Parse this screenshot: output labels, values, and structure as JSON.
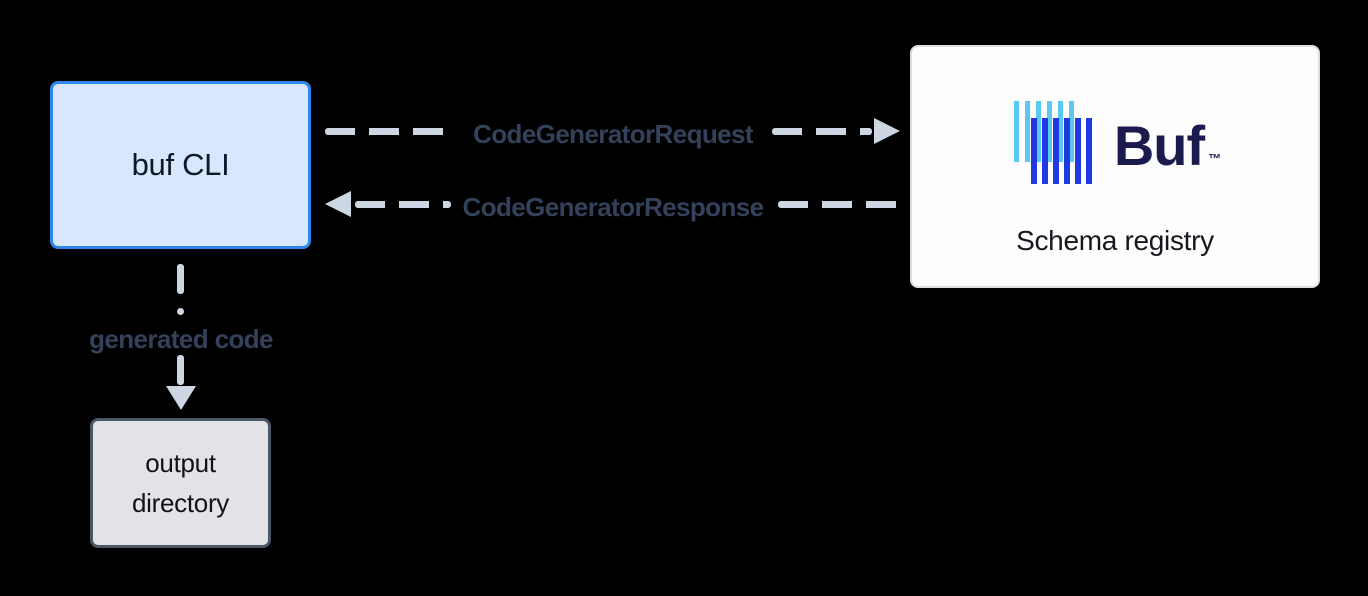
{
  "diagram": {
    "buf_cli": {
      "label": "buf CLI"
    },
    "schema_registry": {
      "label": "Schema registry",
      "logo_text": "Buf",
      "logo_tm": "™"
    },
    "output_directory": {
      "label": "output directory"
    },
    "flows": {
      "request_label": "CodeGeneratorRequest",
      "response_label": "CodeGeneratorResponse",
      "generated_label": "generated code"
    },
    "colors": {
      "buf_cli_fill": "#d8e7fb",
      "buf_cli_border": "#2d87ea",
      "schema_box_fill": "#fdfdfe",
      "schema_box_border": "#dcdce2",
      "arrow": "#cdd7e3",
      "flow_label_text": "#34415a",
      "logo_light_blue": "#5bc8f2",
      "logo_dark_blue": "#1f3ae0",
      "logo_text_navy": "#1c1b4e",
      "output_fill": "#e1e3e7",
      "output_border": "#4a5769",
      "background": "#000000"
    }
  }
}
